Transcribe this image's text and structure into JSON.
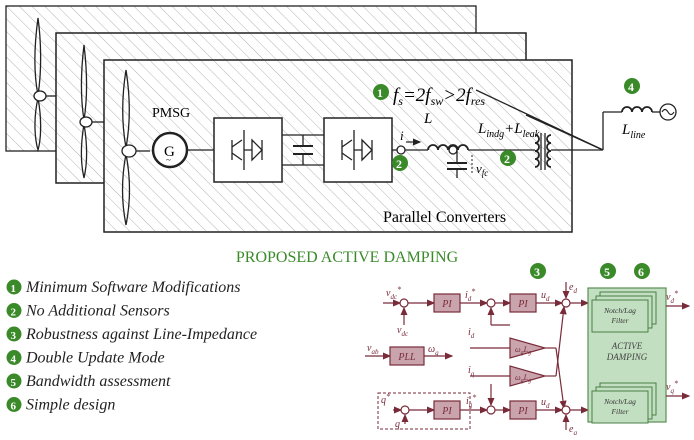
{
  "colors": {
    "green": "#3a8a2a",
    "maroon": "#7a2b3a",
    "block_fill": "#c9a4ac",
    "hatch": "#9a9a9a",
    "panel_fill": "#c3dfc1"
  },
  "system": {
    "generator_label": "PMSG",
    "generator_symbol": "G",
    "caption": "Parallel Converters",
    "equation": {
      "main": "f",
      "s": "s",
      "eq1": "=2f",
      "sw": "sw",
      "gt": ">2f",
      "res": "res"
    },
    "inductor_current": "i",
    "inductor_name": "L",
    "cap_voltage": "v",
    "cap_voltage_sub": "fc",
    "transformer_L": {
      "L1": "L",
      "s1": "indg",
      "plus": "+L",
      "s2": "leak"
    },
    "line_L": {
      "L": "L",
      "sub": "line",
      "sup": "'"
    },
    "badges": {
      "b1": "1",
      "b2a": "2",
      "b2b": "2",
      "b4": "4"
    }
  },
  "damping": {
    "title": "PROPOSED ACTIVE DAMPING",
    "items": [
      {
        "num": "1",
        "text": "Minimum Software Modifications"
      },
      {
        "num": "2",
        "text": "No Additional Sensors"
      },
      {
        "num": "3",
        "text": "Robustness against Line-Impedance"
      },
      {
        "num": "4",
        "text": "Double Update Mode"
      },
      {
        "num": "5",
        "text": "Bandwidth assessment"
      },
      {
        "num": "6",
        "text": "Simple design"
      }
    ]
  },
  "control": {
    "badges": {
      "b3": "3",
      "b5": "5",
      "b6": "6"
    },
    "pi": "PI",
    "pll": "PLL",
    "filter_line1": "Notch/Lag",
    "filter_line2": "Filter",
    "damping_line1": "ACTIVE",
    "damping_line2": "DAMPING",
    "v": "v",
    "i": "i",
    "u": "u",
    "e": "e",
    "q": "q",
    "omega_g": "ω",
    "sub_g": "g",
    "sub_d": "d",
    "sub_q": "q",
    "sub_dc": "dc",
    "sub_ab": "ab",
    "star": "*",
    "Lg": "L"
  }
}
